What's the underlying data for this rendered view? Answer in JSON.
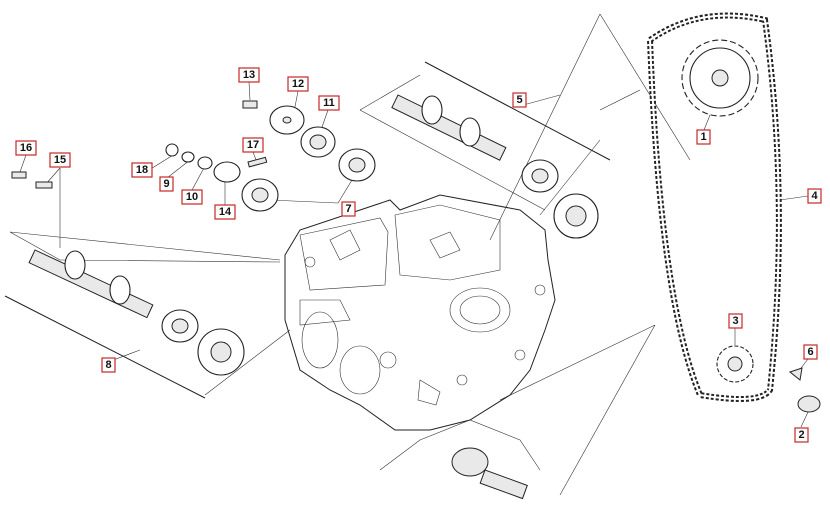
{
  "callouts": [
    "1",
    "2",
    "3",
    "4",
    "5",
    "6",
    "7",
    "8",
    "9",
    "10",
    "11",
    "12",
    "13",
    "14",
    "15",
    "16",
    "17",
    "18"
  ],
  "colors": {
    "callout_border": "#c62828",
    "line": "#222222",
    "background": "#ffffff"
  }
}
